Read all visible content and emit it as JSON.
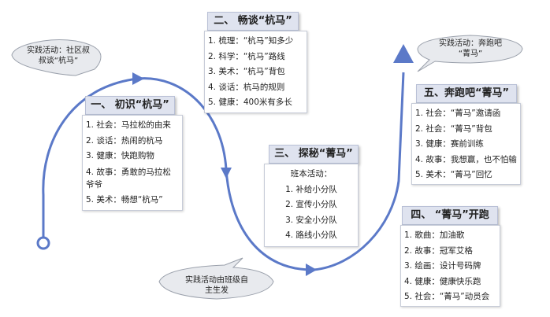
{
  "stages": [
    {
      "title": "一、 初识“杭马”",
      "items": [
        "1. 社会：马拉松的由来",
        "2. 谈话：热闹的杭马",
        "3. 健康：快跑购物",
        "4. 故事：勇敢的马拉松爷爷",
        "5. 美术：畅想“杭马”"
      ]
    },
    {
      "title": "二、 畅谈“杭马”",
      "items": [
        "1. 梳理：“杭马”知多少",
        "2. 科学：“杭马”路线",
        "3. 美术：“杭马”背包",
        "4. 谈话：杭马的规则",
        "5. 健康：400米有多长"
      ]
    },
    {
      "title": "三、 探秘“菁马”",
      "heading": "班本活动：",
      "items": [
        "1. 补给小分队",
        "2. 宣传小分队",
        "3. 安全小分队",
        "4. 路线小分队"
      ]
    },
    {
      "title": "四、 “菁马”开跑",
      "items": [
        "1. 歌曲：加油歌",
        "2. 故事：冠军艾格",
        "3. 绘画：设计号码牌",
        "4. 健康：健康快乐跑",
        "5. 社会：“菁马”动员会"
      ]
    },
    {
      "title": "五、奔跑吧“菁马”",
      "items": [
        "1. 社会：“菁马”邀请函",
        "2. 社会：“菁马”背包",
        "3. 健康：赛前训练",
        "4. 故事：我想赢，也不怕输",
        "5. 美术：“菁马”回忆"
      ]
    }
  ],
  "bubbles": [
    {
      "lines": [
        "实践活动：社区叔",
        "叔谈“杭马”"
      ]
    },
    {
      "lines": [
        "实践活动：奔跑吧",
        "“菁马”"
      ]
    },
    {
      "lines": [
        "实践活动由班级自",
        "主生发"
      ]
    }
  ],
  "colors": {
    "path": "#5b79c8",
    "bubble_fill": "#e8eaee",
    "bubble_stroke": "#9aa0ab",
    "title_fill": "#dfe3ef"
  }
}
